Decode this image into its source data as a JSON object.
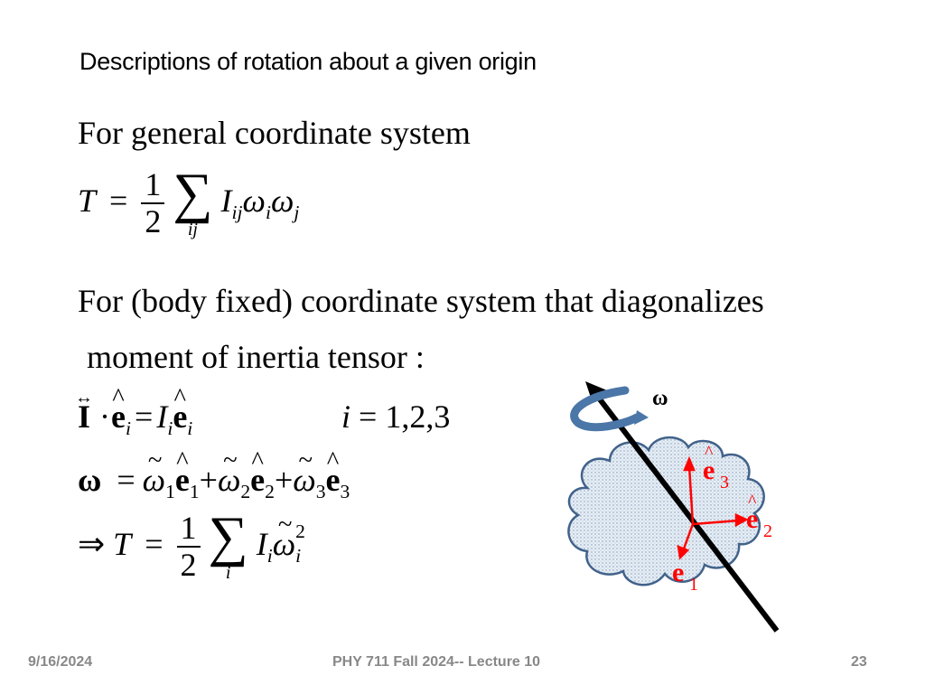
{
  "slide": {
    "title": "Descriptions of rotation about a given origin",
    "line1": "For general  coordinate system",
    "line3": "For (body fixed) coordinate system that diagonalizes",
    "line4": "moment of inertia tensor :",
    "eq1": {
      "lhs": "T",
      "eq": "=",
      "frac_num": "1",
      "frac_den": "2",
      "sum_symbol": "∑",
      "sum_index": "ij",
      "I": "I",
      "I_sub": "ij",
      "w1": "ω",
      "w1_sub": "i",
      "w2": "ω",
      "w2_sub": "j"
    },
    "eq2": {
      "tensor": "I",
      "dot": "·",
      "e": "e",
      "e_sub": "i",
      "eq": "=",
      "I": "I",
      "I_sub": "i",
      "rhs_e": "e",
      "rhs_e_sub": "i",
      "index_label": "i",
      "index_values": "= 1,2,3"
    },
    "eq3": {
      "omega": "ω",
      "eq": "=",
      "terms": [
        {
          "w": "ω",
          "w_sub": "1",
          "e": "e",
          "e_sub": "1",
          "plus": "+"
        },
        {
          "w": "ω",
          "w_sub": "2",
          "e": "e",
          "e_sub": "2",
          "plus": "+"
        },
        {
          "w": "ω",
          "w_sub": "3",
          "e": "e",
          "e_sub": "3",
          "plus": ""
        }
      ]
    },
    "eq4": {
      "implies": "⇒",
      "lhs": "T",
      "eq": "=",
      "frac_num": "1",
      "frac_den": "2",
      "sum_symbol": "∑",
      "sum_index": "i",
      "I": "I",
      "I_sub": "i",
      "w": "ω",
      "w_sub": "i",
      "w_sup": "2"
    },
    "figure": {
      "omega_label": "ω",
      "e1": "e",
      "e1_sub": "1",
      "e2": "e",
      "e2_sub": "2",
      "e3": "e",
      "e3_sub": "3",
      "colors": {
        "cloud_fill": "#dde6f0",
        "cloud_stroke": "#41628a",
        "rotation_arrow": "#4a76a8",
        "axis": "#000000",
        "basis_vectors": "#ff0000"
      }
    }
  },
  "footer": {
    "date": "9/16/2024",
    "course": "PHY 711  Fall 2024-- Lecture 10",
    "page": "23"
  }
}
